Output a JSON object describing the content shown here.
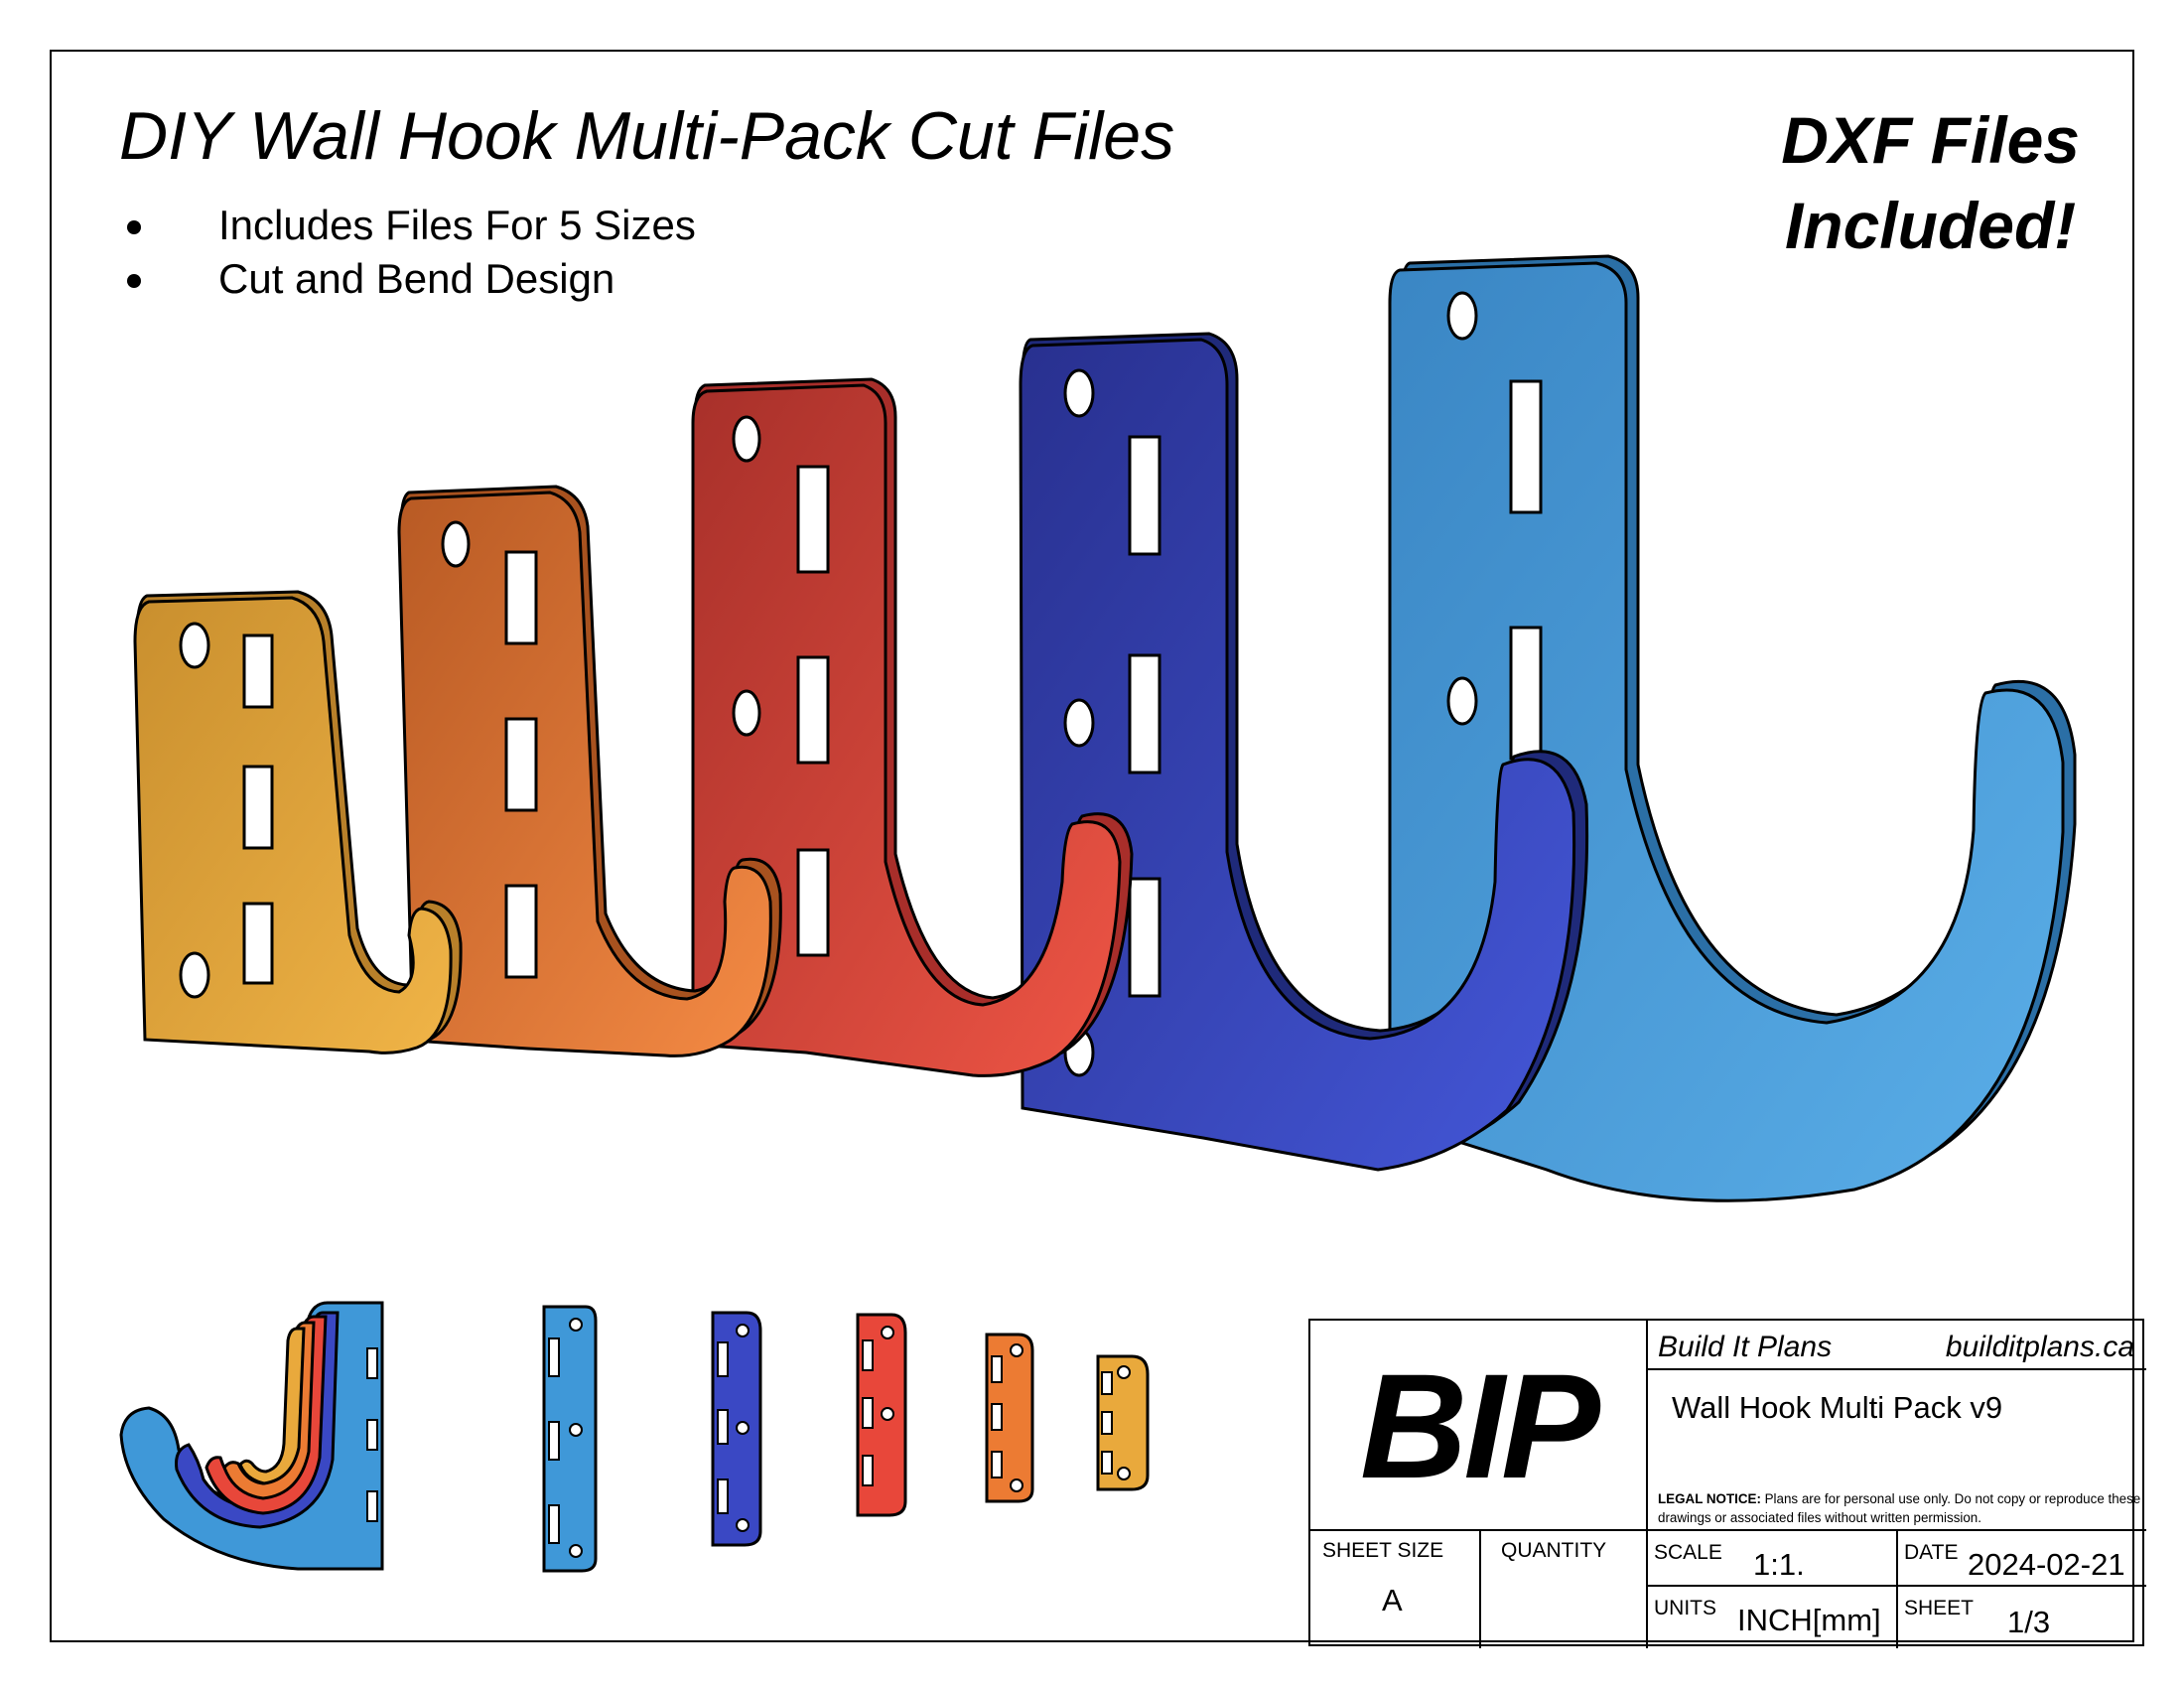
{
  "header": {
    "title": "DIY Wall Hook Multi-Pack Cut Files",
    "bullets": [
      "Includes Files For 5 Sizes",
      "Cut and Bend Design"
    ],
    "badge_line1": "DXF Files",
    "badge_line2": "Included!"
  },
  "hooks": [
    {
      "name": "size-1",
      "color": "#e9a93c"
    },
    {
      "name": "size-2",
      "color": "#ec7b33"
    },
    {
      "name": "size-3",
      "color": "#e8473a"
    },
    {
      "name": "size-4",
      "color": "#3a48c4"
    },
    {
      "name": "size-5",
      "color": "#3f98d8"
    }
  ],
  "title_block": {
    "logo": "BIP",
    "company": "Build It Plans",
    "website": "builditplans.ca",
    "project": "Wall Hook Multi Pack v9",
    "legal_label": "LEGAL NOTICE:",
    "legal_text": " Plans are for personal use only. Do not copy or reproduce these drawings or associated files without written permission.",
    "sheet_size_label": "SHEET SIZE",
    "sheet_size": "A",
    "quantity_label": "QUANTITY",
    "quantity": "",
    "scale_label": "SCALE",
    "scale": "1:1.",
    "date_label": "DATE",
    "date": "2024-02-21",
    "units_label": "UNITS",
    "units": "INCH[mm]",
    "sheet_label": "SHEET",
    "sheet": "1/3"
  }
}
